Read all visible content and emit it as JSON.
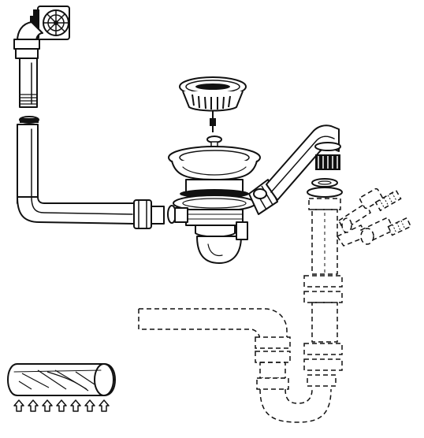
{
  "figure": {
    "kind": "plumbing exploded diagram",
    "line_color": "#111111",
    "background": "#ffffff"
  },
  "parts": [
    {
      "id": "overflow-grate",
      "icon": "overflow-grate-icon"
    },
    {
      "id": "overflow-pipe",
      "icon": "pipe-icon"
    },
    {
      "id": "basket-strainer",
      "icon": "strainer-basket-icon"
    },
    {
      "id": "drain-body",
      "icon": "sink-drain-icon"
    },
    {
      "id": "tailpiece",
      "icon": "pipe-icon"
    },
    {
      "id": "trap",
      "icon": "p-trap-icon"
    },
    {
      "id": "branch-connectors",
      "icon": "y-connector-icon"
    },
    {
      "id": "tape-roll",
      "icon": "tape-roll-icon"
    }
  ],
  "arrow_count": 7
}
